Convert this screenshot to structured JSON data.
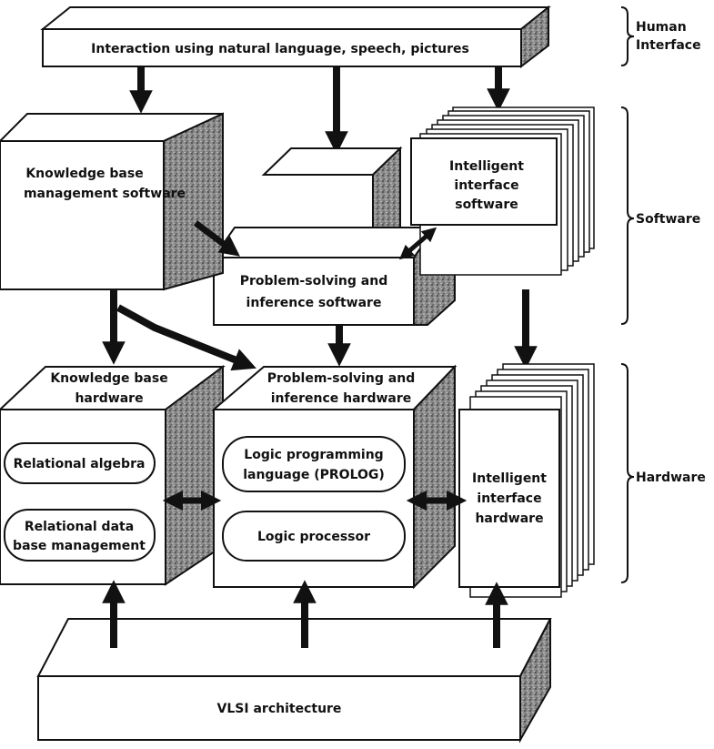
{
  "diagram": {
    "human_interface_box": "Interaction using natural language, speech, pictures",
    "kb_software": [
      "Knowledge base",
      "management software"
    ],
    "ps_software": [
      "Problem-solving and",
      "inference software"
    ],
    "ii_software": [
      "Intelligent",
      "interface",
      "software"
    ],
    "kb_hardware": [
      "Knowledge base",
      "hardware"
    ],
    "ps_hardware": [
      "Problem-solving and",
      "inference hardware"
    ],
    "relational_algebra": "Relational algebra",
    "relational_db": [
      "Relational data",
      "base management"
    ],
    "logic_language": [
      "Logic programming",
      "language (PROLOG)"
    ],
    "logic_processor": "Logic processor",
    "ii_hardware": [
      "Intelligent",
      "interface",
      "hardware"
    ],
    "vlsi": "VLSI architecture"
  },
  "side_labels": {
    "human_interface": [
      "Human",
      "Interface"
    ],
    "software": "Software",
    "hardware": "Hardware"
  }
}
